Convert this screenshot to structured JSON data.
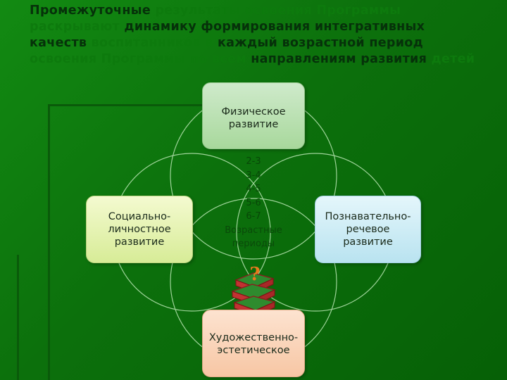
{
  "title": {
    "part1": "Промежуточные",
    "part2": "результаты освоения Программы",
    "part3": "раскрывают",
    "part4": "динамику формирования интегративных",
    "part5": "качеств",
    "part6": "воспитанников в",
    "part7": "каждый возрастной период",
    "part8": "освоения Программы по всем",
    "part9": "направлениям развития",
    "part10": "детей"
  },
  "nodes": {
    "physical": "Физическое развитие",
    "social": "Социально-личностное развитие",
    "cognitive": "Познавательно-речевое развитие",
    "artistic": "Художественно-эстетическое"
  },
  "center": {
    "ages": [
      "2-3",
      "3-4",
      "4-5",
      "5-6",
      "6-7"
    ],
    "label": "Возрастные периоды"
  },
  "colors": {
    "background": "#0c700c",
    "title_dark": "#06310a",
    "title_faded": "#0d7a0d"
  },
  "icons": {
    "center_image": "books-question-icon"
  }
}
